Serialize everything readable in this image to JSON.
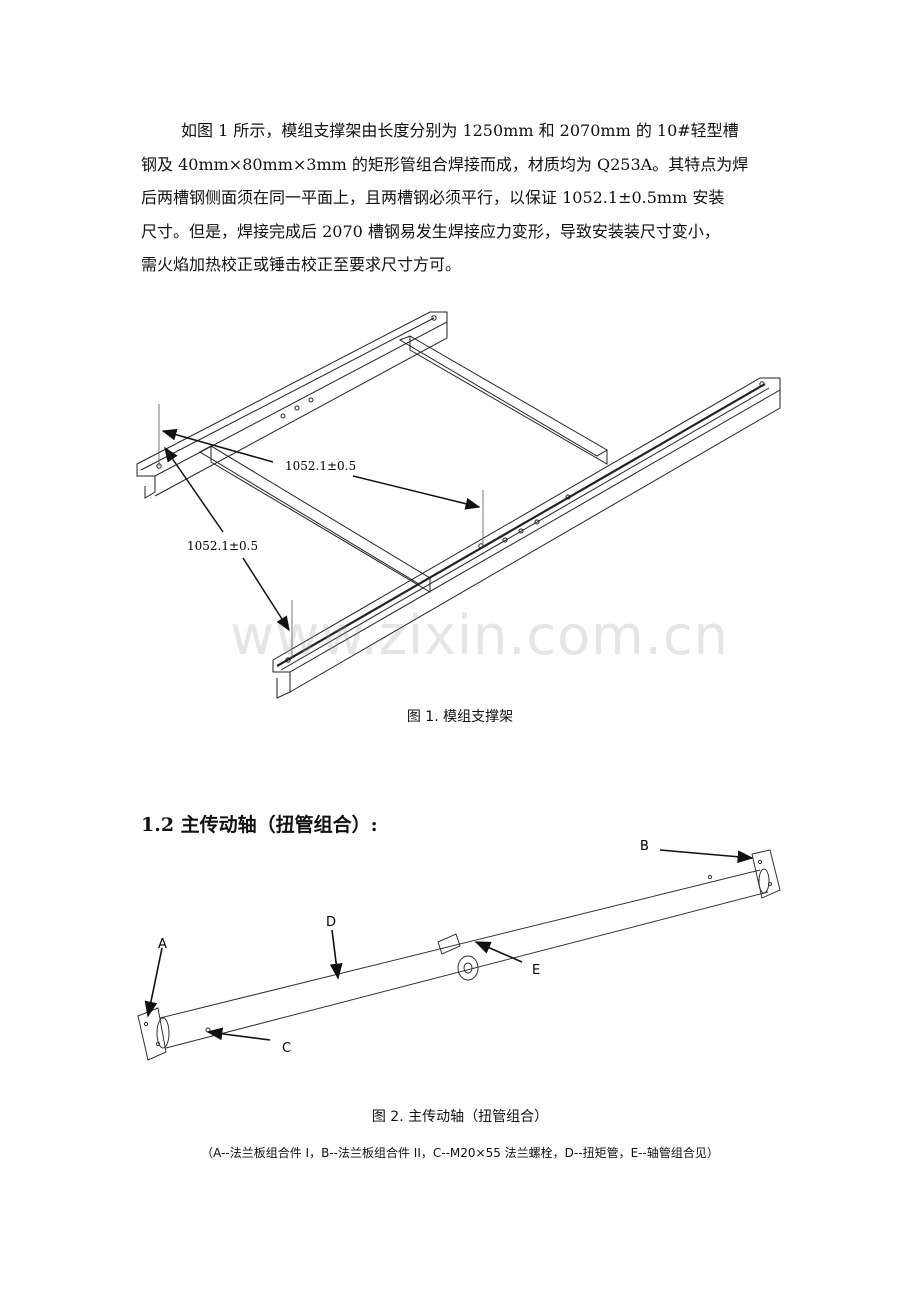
{
  "paragraph": {
    "lines": [
      "如图 1 所示，模组支撑架由长度分别为 1250mm 和 2070mm 的 10#轻型槽",
      "钢及 40mm×80mm×3mm 的矩形管组合焊接而成，材质均为 Q253A。其特点为焊",
      "后两槽钢侧面须在同一平面上，且两槽钢必须平行，以保证 1052.1±0.5mm 安装",
      "尺寸。但是，焊接完成后 2070 槽钢易发生焊接应力变形，导致安装装尺寸变小，",
      "需火焰加热校正或锤击校正至要求尺寸方可。"
    ]
  },
  "figure1": {
    "dim_label_1": "1052.1±0.5",
    "dim_label_2": "1052.1±0.5",
    "caption": "图 1.  模组支撑架"
  },
  "watermark": "www.zixin.com.cn",
  "section": {
    "heading": "1.2 主传动轴（扭管组合）:"
  },
  "figure2": {
    "labels": {
      "a": "A",
      "b": "B",
      "c": "C",
      "d": "D",
      "e": "E"
    },
    "caption": "图 2.  主传动轴（扭管组合）",
    "note": "（A--法兰板组合件 I，B--法兰板组合件 II，C--M20×55 法兰螺栓，D--扭矩管，E--轴管组合见）"
  }
}
